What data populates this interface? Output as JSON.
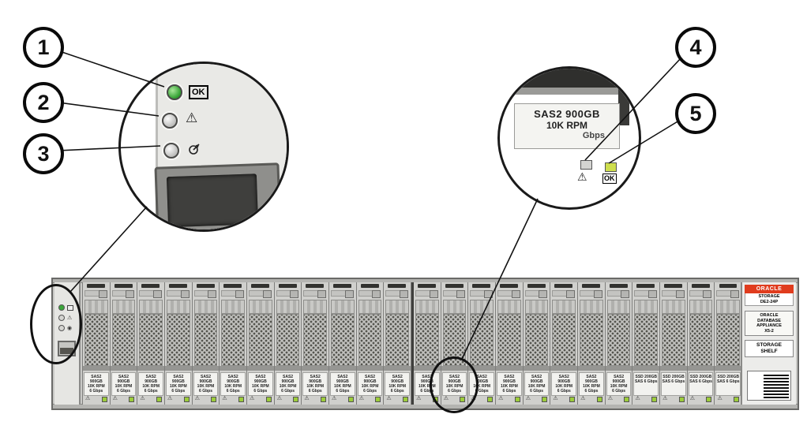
{
  "callouts": {
    "1": "1",
    "2": "2",
    "3": "3",
    "4": "4",
    "5": "5"
  },
  "left_detail": {
    "ok_label": "OK"
  },
  "right_detail": {
    "line1": "SAS2 900GB",
    "line2": "10K RPM",
    "line3": "Gbps",
    "ok_label": "OK"
  },
  "icons": {
    "warning": "⚠"
  },
  "chassis": {
    "end_cap_right": {
      "brand": "ORACLE",
      "model": "STORAGE\nDE2-24P",
      "product": "ORACLE\nDATABASE\nAPPLIANCE\nX5-2",
      "shelf": "STORAGE\nSHELF"
    },
    "drives": [
      {
        "label": "SAS2 900GB\n10K RPM\n6 Gbps"
      },
      {
        "label": "SAS2 900GB\n10K RPM\n6 Gbps"
      },
      {
        "label": "SAS2 900GB\n10K RPM\n6 Gbps"
      },
      {
        "label": "SAS2 900GB\n10K RPM\n6 Gbps"
      },
      {
        "label": "SAS2 900GB\n10K RPM\n6 Gbps"
      },
      {
        "label": "SAS2 900GB\n10K RPM\n6 Gbps"
      },
      {
        "label": "SAS2 900GB\n10K RPM\n6 Gbps"
      },
      {
        "label": "SAS2 900GB\n10K RPM\n6 Gbps"
      },
      {
        "label": "SAS2 900GB\n10K RPM\n6 Gbps"
      },
      {
        "label": "SAS2 900GB\n10K RPM\n6 Gbps"
      },
      {
        "label": "SAS2 900GB\n10K RPM\n6 Gbps"
      },
      {
        "label": "SAS2 900GB\n10K RPM\n6 Gbps"
      },
      {
        "label": "SAS2 900GB\n10K RPM\n6 Gbps"
      },
      {
        "label": "SAS2 900GB\n10K RPM\n6 Gbps"
      },
      {
        "label": "SAS2 900GB\n10K RPM\n6 Gbps"
      },
      {
        "label": "SAS2 900GB\n10K RPM\n6 Gbps"
      },
      {
        "label": "SAS2 900GB\n10K RPM\n6 Gbps"
      },
      {
        "label": "SAS2 900GB\n10K RPM\n6 Gbps"
      },
      {
        "label": "SAS2 900GB\n10K RPM\n6 Gbps"
      },
      {
        "label": "SAS2 900GB\n10K RPM\n6 Gbps"
      },
      {
        "label": "SSD 200GB\nSAS 6 Gbps"
      },
      {
        "label": "SSD 200GB\nSAS 6 Gbps"
      },
      {
        "label": "SSD 200GB\nSAS 6 Gbps"
      },
      {
        "label": "SSD 200GB\nSAS 6 Gbps"
      }
    ]
  }
}
